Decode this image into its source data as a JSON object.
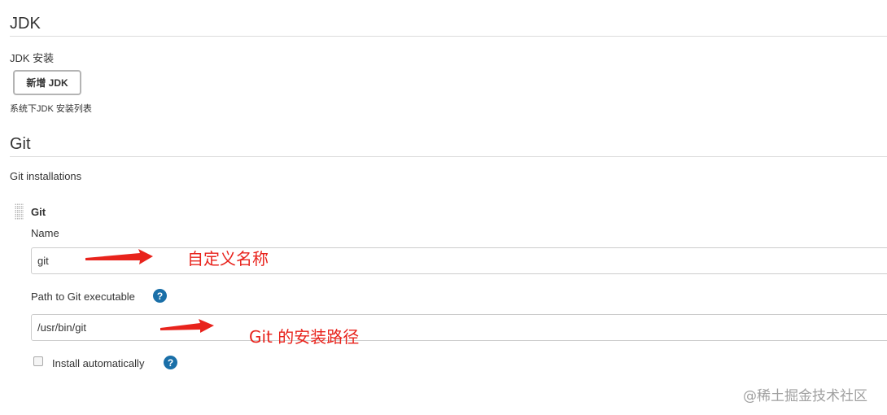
{
  "jdk": {
    "title": "JDK",
    "installations_label": "JDK 安装",
    "add_button_label": "新增 JDK",
    "description": "系统下JDK 安装列表"
  },
  "git": {
    "title": "Git",
    "installations_label": "Git installations",
    "entry": {
      "header": "Git",
      "name_label": "Name",
      "name_value": "git",
      "path_label": "Path to Git executable",
      "path_value": "/usr/bin/git",
      "install_auto_label": "Install automatically",
      "install_auto_checked": false,
      "help_glyph": "?"
    }
  },
  "annotations": {
    "name_note": "自定义名称",
    "path_note": "Git 的安装路径",
    "color": "#e8231c"
  },
  "watermark": "@稀土掘金技术社区",
  "colors": {
    "help_icon": "#1a6fa8",
    "rule": "#dcdcdc",
    "text": "#333333"
  }
}
